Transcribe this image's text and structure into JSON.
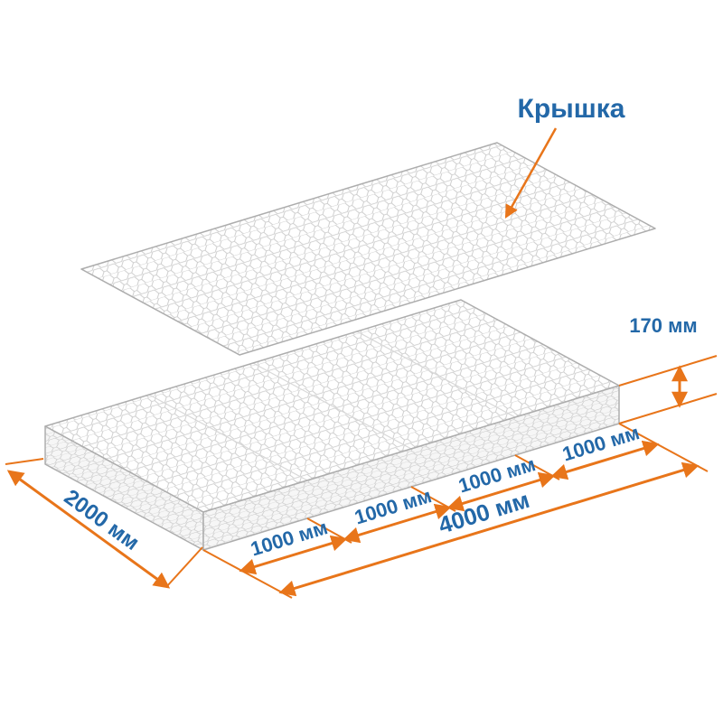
{
  "diagram": {
    "lid_label": "Крышка",
    "height_label": "170 мм",
    "width_label": "2000 мм",
    "total_length_label": "4000 мм",
    "segment_labels": [
      "1000 мм",
      "1000 мм",
      "1000 мм",
      "1000 мм"
    ]
  },
  "colors": {
    "dimension_orange": "#E8751A",
    "label_blue": "#2368A8",
    "mesh_gray": "#C6C6C6",
    "frame_gray": "#ADADAD",
    "background": "#FFFFFF"
  }
}
